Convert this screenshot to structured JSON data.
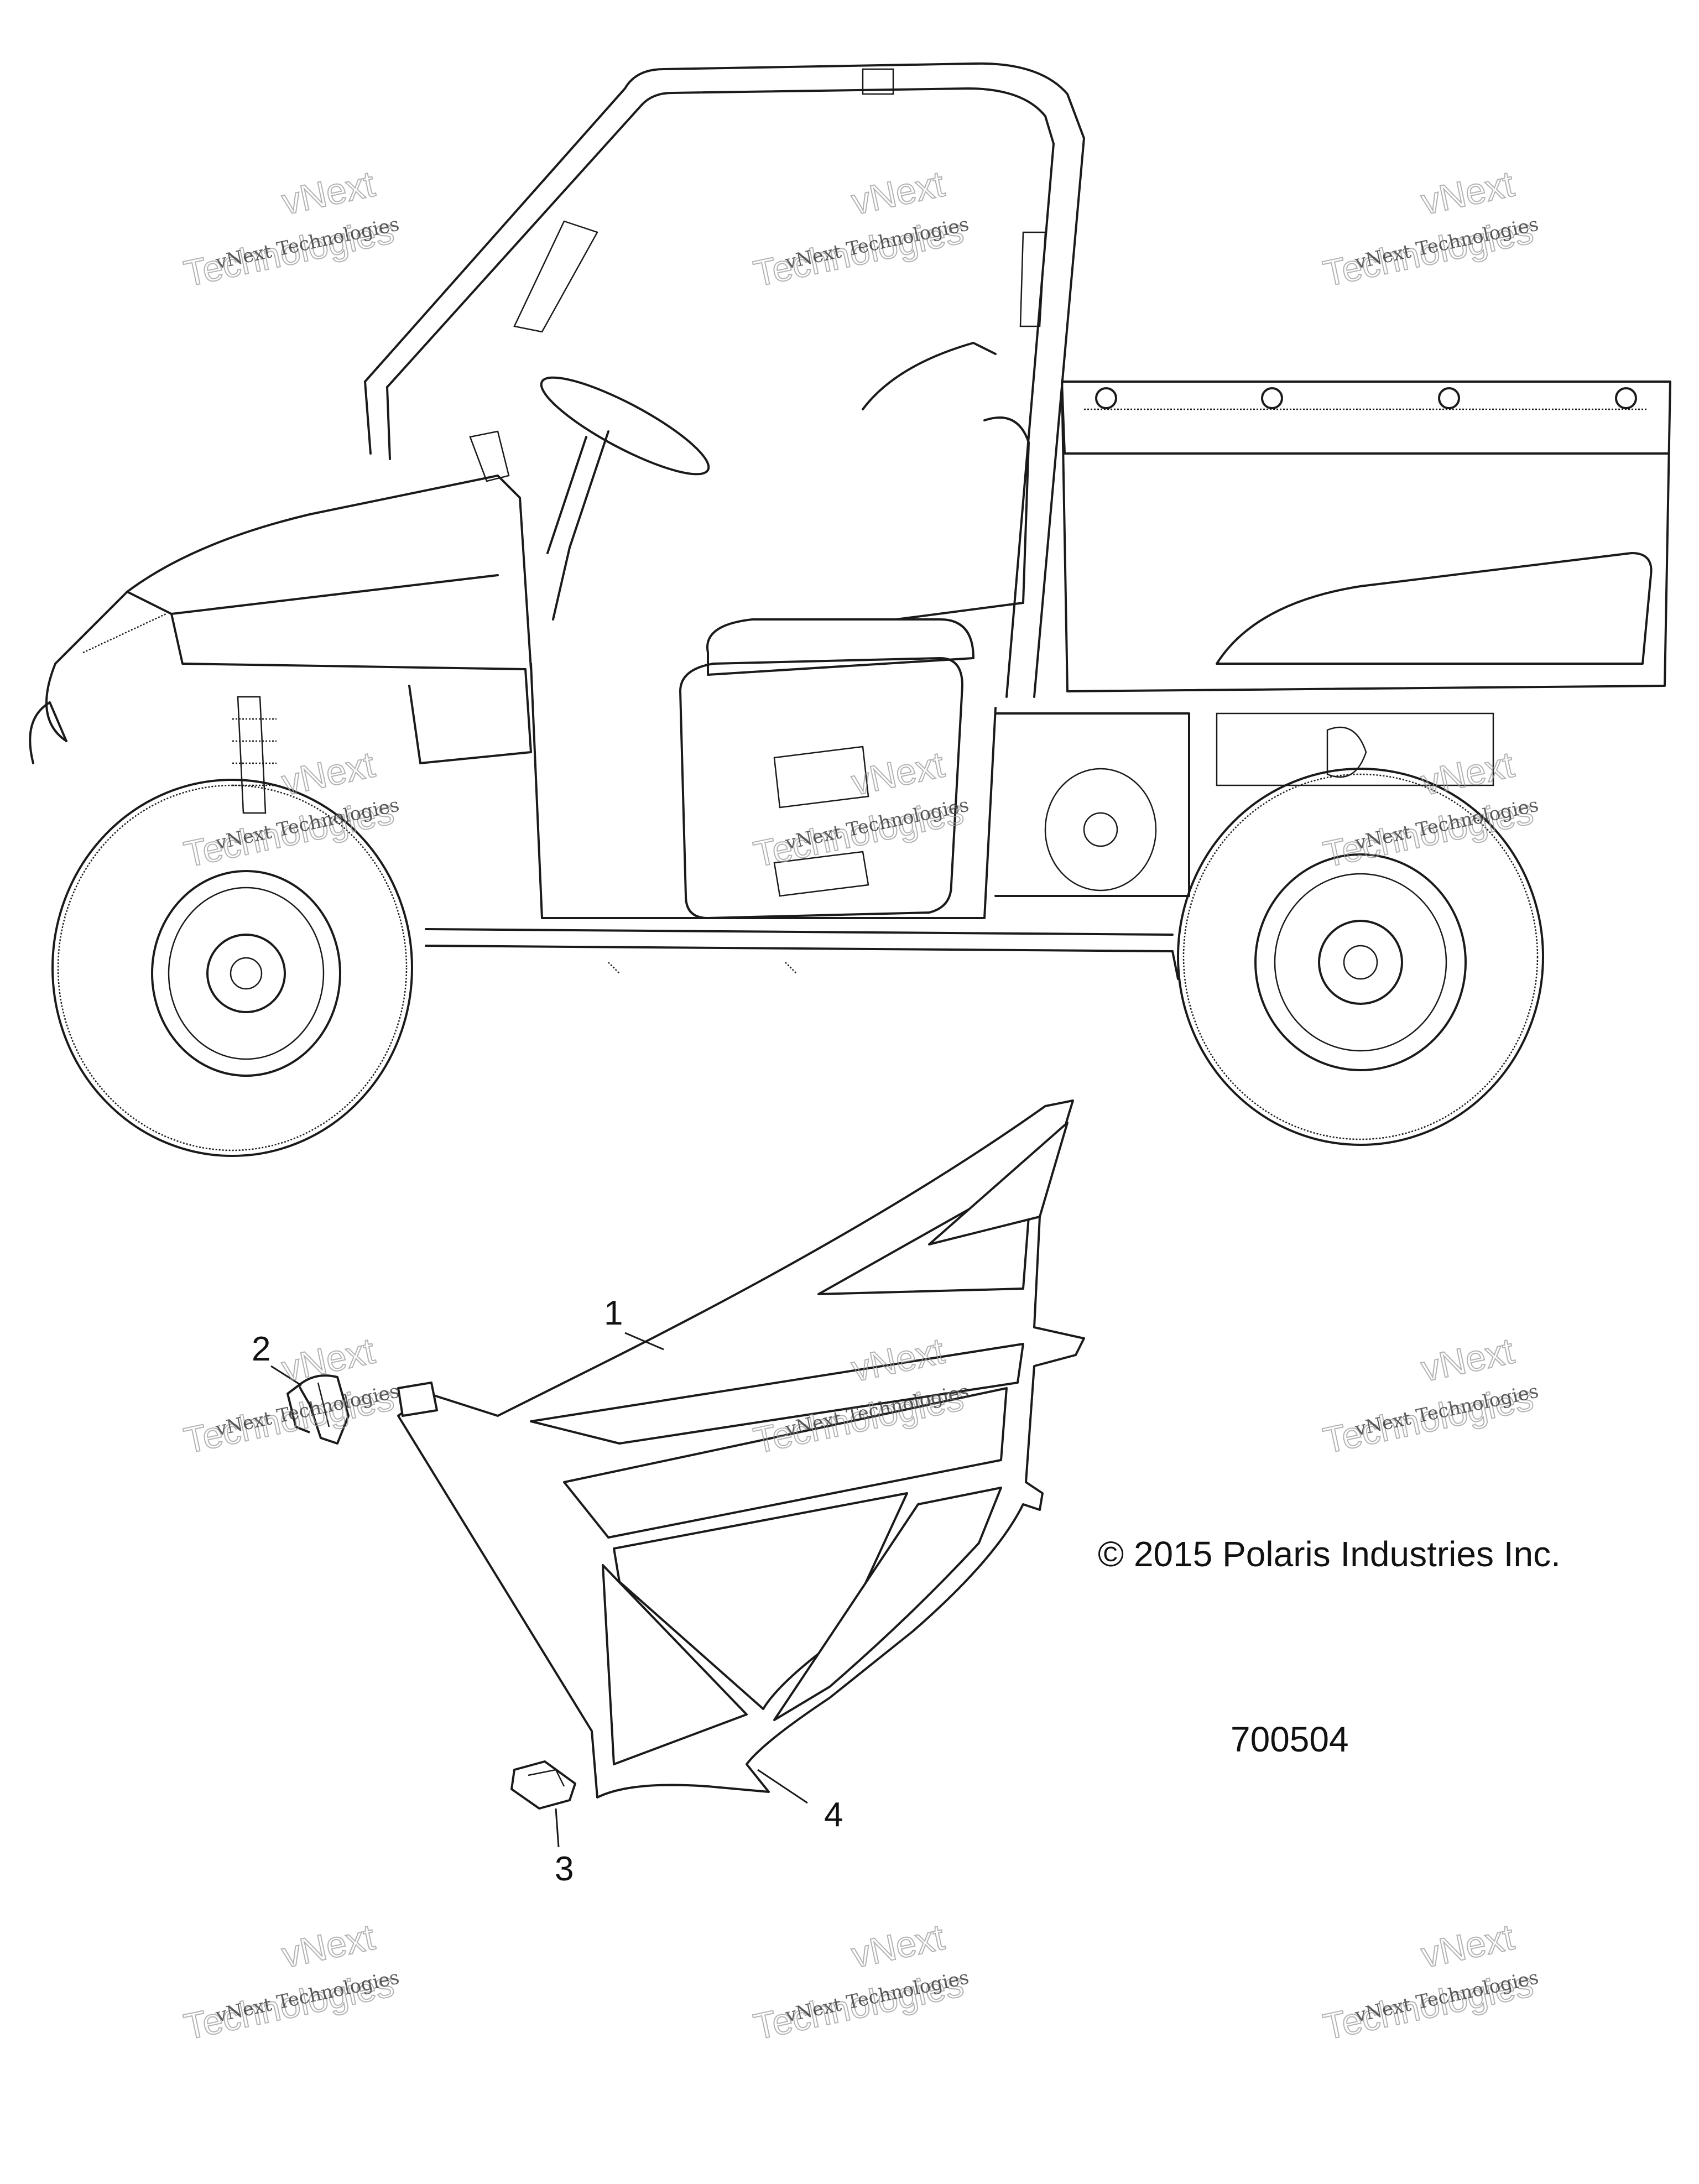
{
  "copyright": "© 2015 Polaris Industries Inc.",
  "diagram_number": "700504",
  "callouts": [
    {
      "id": "1",
      "label": "1"
    },
    {
      "id": "2",
      "label": "2"
    },
    {
      "id": "3",
      "label": "3"
    },
    {
      "id": "4",
      "label": "4"
    }
  ],
  "watermark": {
    "line1": "vNext Technologies",
    "line2": "vNext",
    "line3": "Technologies"
  }
}
